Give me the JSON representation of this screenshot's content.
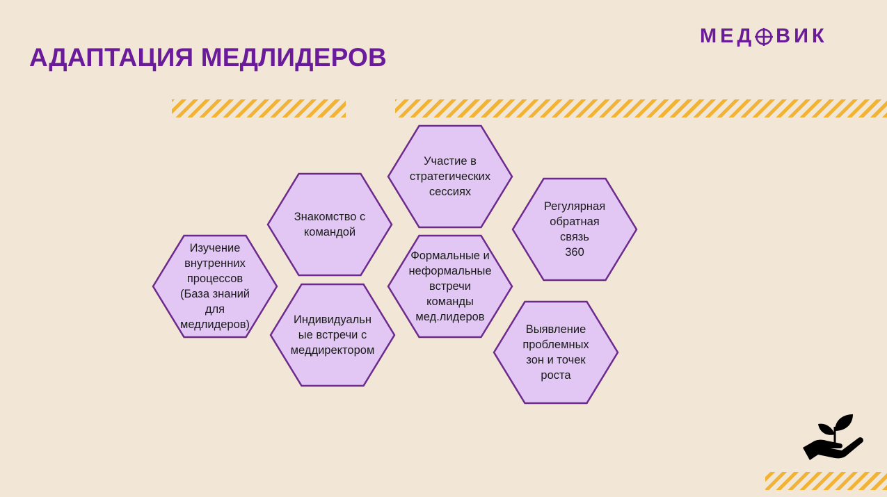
{
  "header": {
    "title": "АДАПТАЦИЯ МЕДЛИДЕРОВ",
    "logo_left": "МЕД",
    "logo_right": "ВИК"
  },
  "colors": {
    "background": "#F2E6D6",
    "brand_purple": "#6A1B9A",
    "hex_fill": "#E2C7F4",
    "hex_stroke": "#6B2A8C",
    "stripe": "#F2B233"
  },
  "icons": [
    "cross-circle-logo-icon",
    "plant-in-hand-icon"
  ],
  "hexagons": [
    {
      "id": "hex-study-processes",
      "lines": [
        "Изучение",
        "внутренних",
        "процессов",
        "(База знаний",
        "для",
        "медлидеров)"
      ]
    },
    {
      "id": "hex-meet-team",
      "lines": [
        "Знакомство с",
        "командой"
      ]
    },
    {
      "id": "hex-individual-meetings",
      "lines": [
        "Индивидуальн",
        "ые встречи с",
        "меддиректором"
      ]
    },
    {
      "id": "hex-strategic-sessions",
      "lines": [
        "Участие в",
        "стратегических",
        "сессиях"
      ]
    },
    {
      "id": "hex-team-meetings",
      "lines": [
        "Формальные и",
        "неформальные",
        "встречи",
        "команды",
        "мед.лидеров"
      ]
    },
    {
      "id": "hex-feedback-360",
      "lines": [
        "Регулярная",
        "обратная",
        "связь",
        "360"
      ]
    },
    {
      "id": "hex-problem-zones",
      "lines": [
        "Выявление",
        "проблемных",
        "зон и точек",
        "роста"
      ]
    }
  ]
}
